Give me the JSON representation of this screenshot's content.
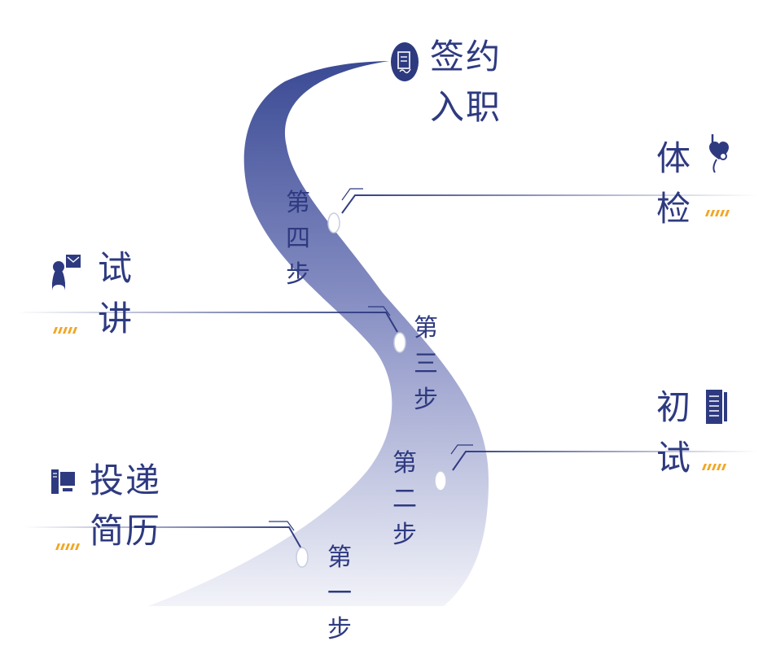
{
  "colors": {
    "primary": "#2e3a80",
    "road_dark": "#3a4a94",
    "road_light": "#eef0f8",
    "accent_stripes": "#f2a623"
  },
  "stages": [
    {
      "id": "step1",
      "label_line1": "投递",
      "label_line2": "简历",
      "step_chars": [
        "第",
        "一",
        "步"
      ],
      "icon": "computer-icon"
    },
    {
      "id": "step2",
      "label_line1": "初",
      "label_line2": "试",
      "step_chars": [
        "第",
        "二",
        "步"
      ],
      "icon": "document-icon"
    },
    {
      "id": "step3",
      "label_line1": "试",
      "label_line2": "讲",
      "step_chars": [
        "第",
        "三",
        "步"
      ],
      "icon": "speaker-icon"
    },
    {
      "id": "step4",
      "label_line1": "体",
      "label_line2": "检",
      "step_chars": [
        "第",
        "四",
        "步"
      ],
      "icon": "stethoscope-heart-icon"
    },
    {
      "id": "final",
      "label_line1": "签约",
      "label_line2": "入职",
      "icon": "contract-icon"
    }
  ]
}
